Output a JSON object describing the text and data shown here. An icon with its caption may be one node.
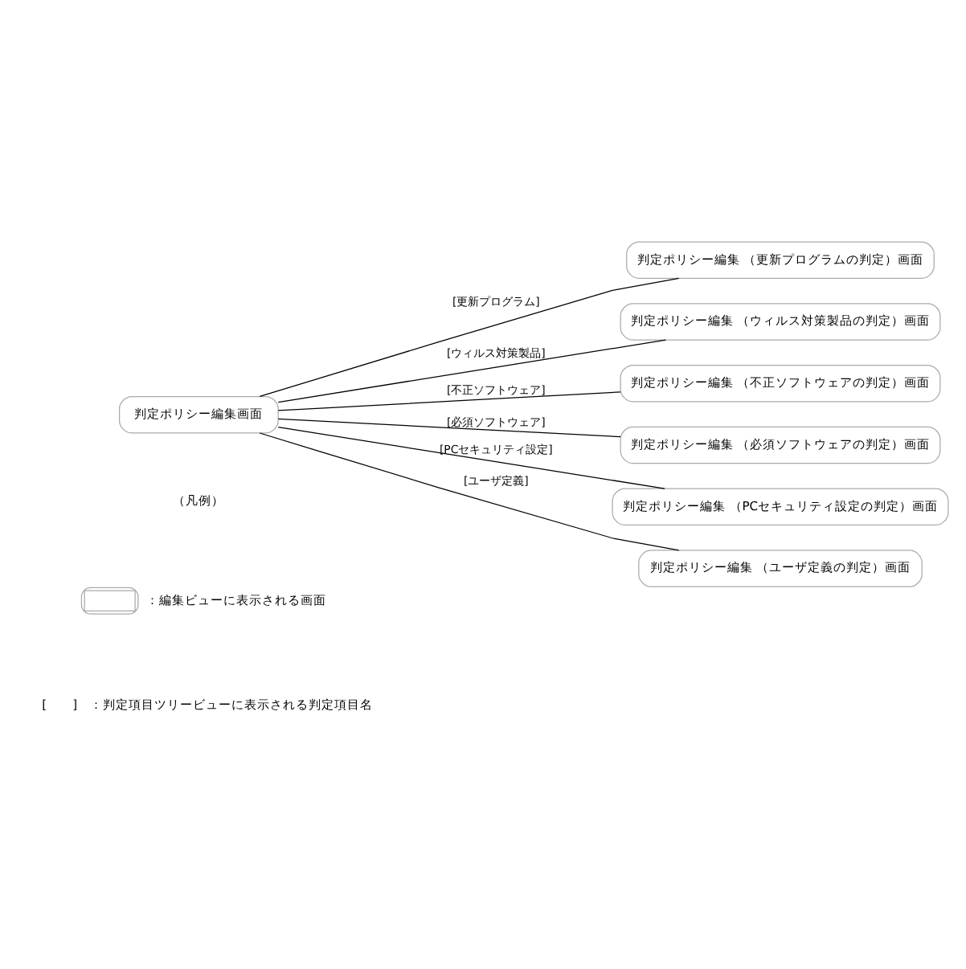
{
  "diagram": {
    "nodes": [
      {
        "text": [
          "判定ポリシー編集画面"
        ]
      },
      {
        "text": [
          "判定ポリシー編集 （更新プログラムの判定）画面"
        ]
      },
      {
        "text": [
          "判定ポリシー編集 （ウィルス対策製品の判定）画面"
        ]
      },
      {
        "text": [
          "判定ポリシー編集 （不正ソフトウェアの判定）画面"
        ]
      },
      {
        "text": [
          "判定ポリシー編集 （必須ソフトウェアの判定）画面"
        ]
      },
      {
        "text": [
          "判定ポリシー編集 （PCセキュリティ設定の判定）画面"
        ]
      },
      {
        "text": [
          "判定ポリシー編集 （ユーザ定義の判定）画面"
        ]
      }
    ],
    "edges": [
      {
        "from": 0,
        "to": 1,
        "arrow": "none",
        "label": "[更新プログラム]"
      },
      {
        "from": 0,
        "to": 2,
        "arrow": "none",
        "label": "[ウィルス対策製品]"
      },
      {
        "from": 0,
        "to": 3,
        "arrow": "none",
        "label": "[不正ソフトウェア]"
      },
      {
        "from": 0,
        "to": 4,
        "arrow": "none",
        "label": "[必須ソフトウェア]"
      },
      {
        "from": 0,
        "to": 5,
        "arrow": "none",
        "label": "[PCセキュリティ設定]"
      },
      {
        "from": 0,
        "to": 6,
        "arrow": "none",
        "label": "[ユーザ定義]"
      }
    ],
    "labels": [
      "（凡例）"
    ],
    "legend": [
      {
        "text": "：編集ビューに表示される画面"
      },
      {
        "text": "[　　]　：判定項目ツリービューに表示される判定項目名"
      }
    ]
  }
}
